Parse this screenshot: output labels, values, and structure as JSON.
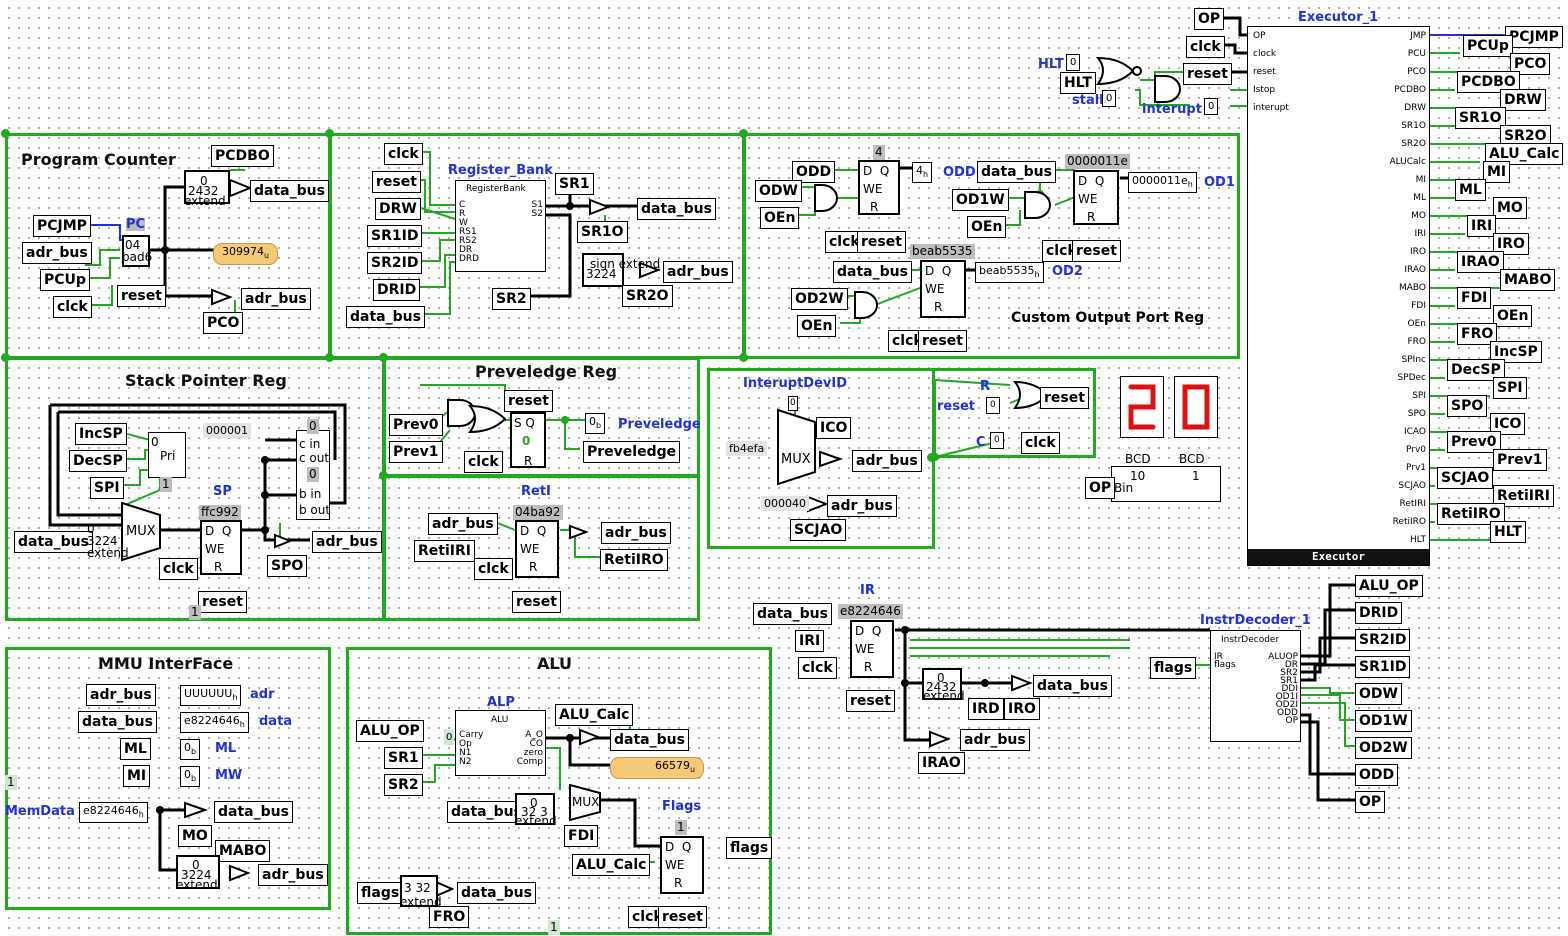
{
  "sections": {
    "program_counter": "Program Counter",
    "stack_pointer": "Stack Pointer Reg",
    "privilege": "Preveledge Reg",
    "mmu": "MMU InterFace",
    "alu": "ALU",
    "custom_output": "Custom Output Port Reg"
  },
  "blue_labels": {
    "executor": "Executor_1",
    "register_bank": "Register_Bank",
    "pc": "PC",
    "sp": "SP",
    "reti": "RetI",
    "interupt_dev_id": "InteruptDevID",
    "alp": "ALP",
    "flags": "Flags",
    "ir": "IR",
    "instr_decoder": "InstrDecoder_1",
    "odd": "ODD",
    "od1": "OD1",
    "od2": "OD2",
    "hlt": "HLT",
    "stall": "stall",
    "interupt": "interupt",
    "adr": "adr",
    "data": "data",
    "ml": "ML",
    "mw": "MW",
    "memdata": "MemData",
    "preveledge": "Preveledge",
    "reset": "reset",
    "r": "R",
    "c": "C"
  },
  "pins": {
    "op": "OP",
    "clck": "clck",
    "reset": "reset",
    "hlt": "HLT",
    "pcdbo": "PCDBO",
    "data_bus": "data_bus",
    "pcjmp": "PCJMP",
    "adr_bus": "adr_bus",
    "pcup": "PCUp",
    "pco": "PCO",
    "drw": "DRW",
    "sr1id": "SR1ID",
    "sr2id": "SR2ID",
    "drid": "DRID",
    "sr1": "SR1",
    "sr2": "SR2",
    "sr1o": "SR1O",
    "sr2o": "SR2O",
    "odd": "ODD",
    "odw": "ODW",
    "oen": "OEn",
    "od1w": "OD1W",
    "od2w": "OD2W",
    "incsp": "IncSP",
    "decsp": "DecSP",
    "spi": "SPI",
    "spo": "SPO",
    "prev0": "Prev0",
    "prev1": "Prev1",
    "preveledge": "Preveledge",
    "retiri": "RetiIRI",
    "retiro": "RetiIRO",
    "ico": "ICO",
    "scjao": "SCJAO",
    "alu_calc": "ALU_Calc",
    "mi": "MI",
    "ml": "ML",
    "mo": "MO",
    "iri": "IRI",
    "iro": "IRO",
    "irao": "IRAO",
    "mabo": "MABO",
    "fdi": "FDI",
    "fro": "FRO",
    "alu_op": "ALU_OP",
    "flags": "flags",
    "ird": "IRD",
    "od1w_out": "OD1W",
    "od2w_out": "OD2W"
  },
  "executor": {
    "inputs": [
      "OP",
      "clock",
      "reset",
      "Istop",
      "interupt"
    ],
    "outputs": [
      "JMP",
      "PCU",
      "PCO",
      "PCDBO",
      "DRW",
      "SR1O",
      "SR2O",
      "ALUCalc",
      "MI",
      "ML",
      "MO",
      "IRI",
      "IRO",
      "IRAO",
      "MABO",
      "FDI",
      "OEn",
      "FRO",
      "SPInc",
      "SPDec",
      "SPI",
      "SPO",
      "ICAO",
      "Prv0",
      "Prv1",
      "SCJAO",
      "RetIRI",
      "RetiIRO",
      "HLT"
    ],
    "footer": "Executor",
    "right_pins": [
      "PCJMP",
      "PCUp",
      "PCO",
      "PCDBO",
      "DRW",
      "SR1O",
      "SR2O",
      "ALU_Calc",
      "MI",
      "ML",
      "MO",
      "IRI",
      "IRO",
      "IRAO",
      "MABO",
      "FDI",
      "OEn",
      "FRO",
      "IncSP",
      "DecSP",
      "SPI",
      "SPO",
      "ICO",
      "Prev0",
      "Prev1",
      "SCJAO",
      "RetiIRI",
      "RetiIRO",
      "HLT"
    ]
  },
  "register_bank": {
    "title": "RegisterBank",
    "inputs": [
      "C",
      "R",
      "W",
      "RS1",
      "RS2",
      "DR",
      "DRD"
    ],
    "outputs": [
      "S1",
      "S2"
    ]
  },
  "alu_comp": {
    "title": "ALU",
    "inputs": [
      "Carry",
      "Op",
      "N1",
      "N2"
    ],
    "outputs": [
      "A_O",
      "CO",
      "zero",
      "Comp"
    ]
  },
  "instr_decoder": {
    "title": "InstrDecoder",
    "inputs": [
      "IR",
      "flags"
    ],
    "outputs": [
      "ALUOP",
      "DR",
      "SR2",
      "SR1",
      "DDI",
      "OD1I",
      "OD2I",
      "ODD",
      "OP"
    ],
    "right_pins": [
      "ALU_OP",
      "DRID",
      "SR2ID",
      "SR1ID",
      "ODW",
      "OD1W",
      "OD2W",
      "ODD",
      "OP"
    ]
  },
  "values": {
    "pc_probe": "309974",
    "alu_probe": "66579",
    "sp_const": "000001",
    "sp_reg": "ffc992",
    "reti_reg": "04ba92",
    "ir_reg": "e8224646",
    "od1_reg": "0000011e",
    "od2_reg": "beab5535",
    "odd_reg": "4",
    "flags_reg": "1",
    "odd_out": "4",
    "od1_out": "0000011e",
    "od2_out": "beab5535",
    "adr_out": "UUUUUU",
    "data_out": "e8224646",
    "ml_out": "0",
    "mw_out": "0",
    "memdata_in": "e8224646",
    "preveledge_out": "0",
    "int_dev_const": "fb4efa",
    "scjao_const": "000040",
    "pc_mux": "04",
    "pc_mux_sub": "bad6",
    "display_bcd10": "2",
    "display_bcd1": "0",
    "bcd": "BCD",
    "bin": "Bin",
    "digit10": "10",
    "digit1": "1",
    "mux": "MUX",
    "pri": "Pri",
    "extend": "extend",
    "sign_extend": "sign extend",
    "sp_mux_nums": "3224",
    "pc_extend_nums": "2432",
    "sr2_extend_nums": "3224",
    "alu_extend_nums": "32 3",
    "flags_extend_nums": "3 32",
    "mmu_extend_nums": "3224",
    "ir_extend_nums": "2432",
    "zero": "0",
    "one": "1",
    "adder_labels": [
      "c in",
      "c out",
      "b in",
      "b out"
    ]
  },
  "colors": {
    "wire_on": "#1faa1f",
    "wire_bus": "#000000",
    "wire_blue": "#2233dd",
    "section_border": "#1faa1f",
    "probe": "#f6c977",
    "seven_seg": "#dd1111"
  }
}
